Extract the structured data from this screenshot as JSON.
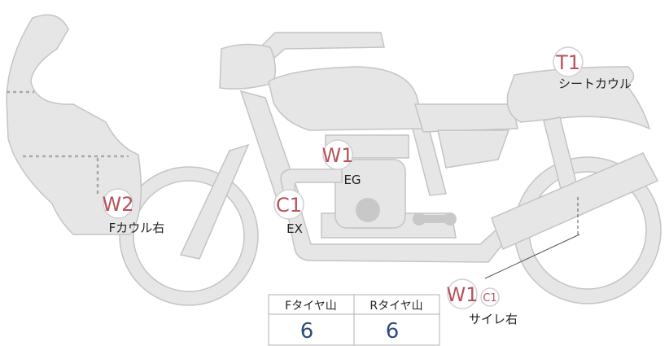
{
  "colors": {
    "part_fill": "#e6e6e6",
    "part_stroke": "#c4c4c4",
    "badge_red": "#b5535a",
    "value_blue": "#2f4b7c",
    "text_dark": "#222222",
    "table_border": "#b0b0b0"
  },
  "markers": {
    "t1": {
      "code": "T1",
      "label": "シートカウル"
    },
    "w1_eg": {
      "code": "W1",
      "label": "EG"
    },
    "c1_ex": {
      "code": "C1",
      "label": "EX"
    },
    "w2": {
      "code": "W2",
      "label": "Fカウル右"
    },
    "w1c1": {
      "code": "W1",
      "sub_code": "C1",
      "label": "サイレ右"
    }
  },
  "tire_table": {
    "headers": [
      "Fタイヤ山",
      "Rタイヤ山"
    ],
    "values": [
      "6",
      "6"
    ]
  }
}
